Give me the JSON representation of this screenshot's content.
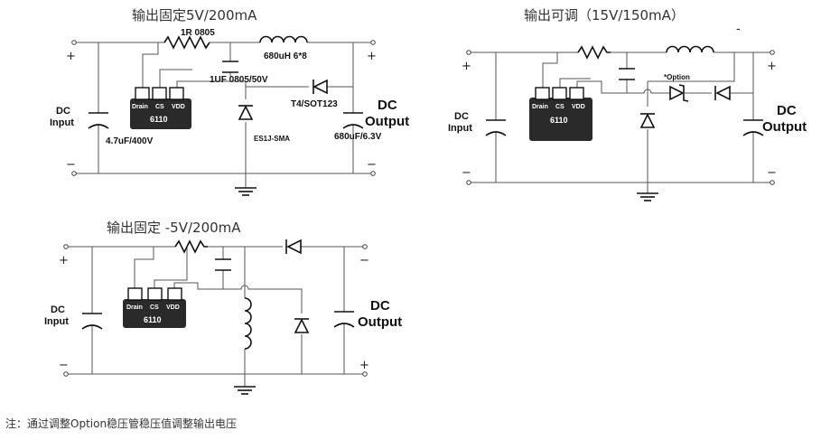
{
  "circuit1": {
    "title": "输出固定5V/200mA",
    "resistor": "1R 0805",
    "inductor": "680uH 6*8",
    "capacitor": "1UF 0805/50V",
    "transistor": "T4/SOT123",
    "diode": "ES1J-SMA",
    "input_cap": "4.7uF/400V",
    "output_cap": "680uF/6.3V",
    "dc_input": [
      "DC",
      "Input"
    ],
    "dc_output": [
      "DC",
      "Output"
    ],
    "chip": "6110",
    "pins": [
      "Drain",
      "CS",
      "VDD"
    ],
    "plus": "+",
    "minus": "−"
  },
  "circuit2": {
    "title": "输出可调（15V/150mA）",
    "option": "*Option",
    "dc_input": [
      "DC",
      "Input"
    ],
    "dc_output": [
      "DC",
      "Output"
    ],
    "chip": "6110",
    "pins": [
      "Drain",
      "CS",
      "VDD"
    ],
    "plus": "+",
    "minus": "−",
    "tick": "-"
  },
  "circuit3": {
    "title": "输出固定 -5V/200mA",
    "dc_input": [
      "DC",
      "Input"
    ],
    "dc_output": [
      "DC",
      "Output"
    ],
    "chip": "6110",
    "pins": [
      "Drain",
      "CS",
      "VDD"
    ],
    "plus": "+",
    "minus": "−"
  },
  "note": "注：通过调整Option稳压管稳压值调整输出电压"
}
